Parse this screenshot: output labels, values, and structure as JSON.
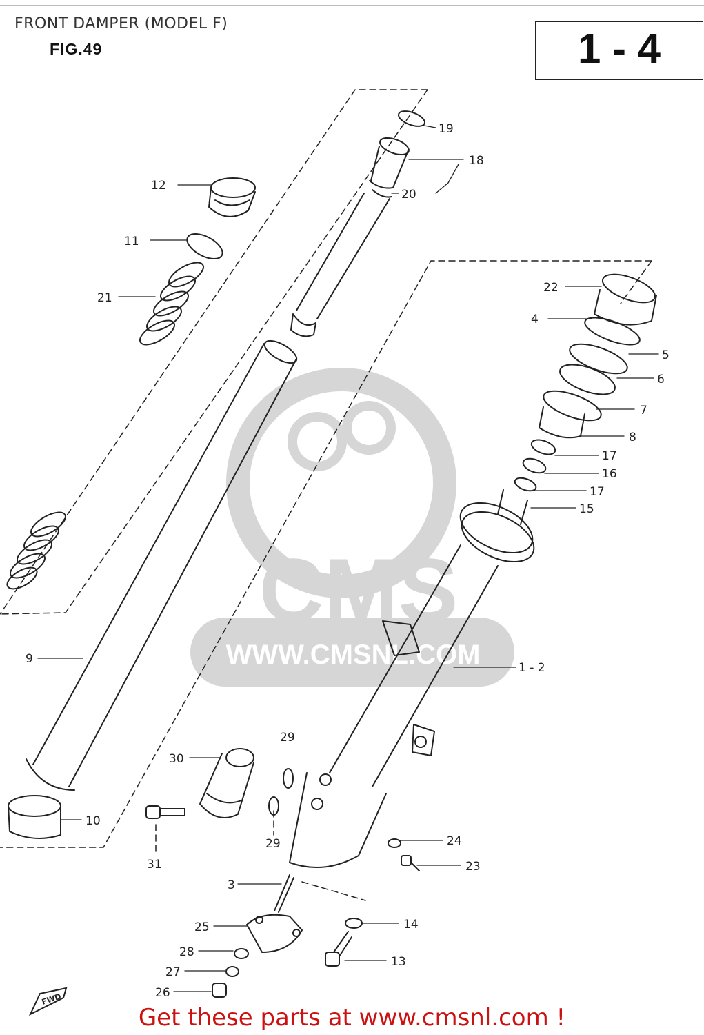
{
  "header": {
    "title": "FRONT DAMPER (MODEL F)",
    "figure": "FIG.49",
    "page_number": "1 - 4"
  },
  "watermark": {
    "logo_text": "CMS",
    "url": "WWW.CMSNL.COM"
  },
  "direction_marker": "FWD",
  "callouts": [
    "19",
    "18",
    "12",
    "20",
    "11",
    "21",
    "22",
    "4",
    "5",
    "6",
    "7",
    "8",
    "17",
    "16",
    "17",
    "15",
    "9",
    "1 - 2",
    "29",
    "30",
    "10",
    "29",
    "24",
    "31",
    "23",
    "3",
    "14",
    "25",
    "28",
    "13",
    "27",
    "26"
  ],
  "footer": {
    "cta": "Get these parts at www.cmsnl.com !"
  },
  "colors": {
    "line": "#222222",
    "watermark": "#d6d6d6",
    "cta": "#cc1111"
  }
}
